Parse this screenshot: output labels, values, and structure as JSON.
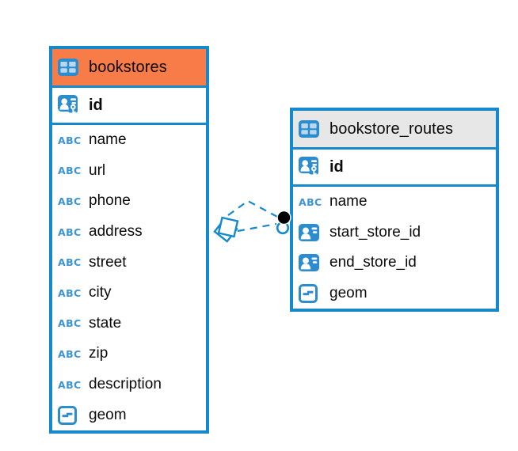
{
  "app": {
    "name": "entity-relationship-diagram"
  },
  "colors": {
    "accent_blue": "#1589cb",
    "icon_blue": "#2b8dd0",
    "icon_light_cell": "#b9d8ee",
    "orange_header": "#f87c48",
    "gray_header": "#e7e7e7",
    "text": "#0b0b0b",
    "dot_marker": "#000000",
    "background": "#ffffff"
  },
  "tables": [
    {
      "name": "bookstores",
      "header_bg": "#f87c48",
      "header_icon": "table-icon",
      "key_column": {
        "name": "id",
        "icon": "primary-key-icon"
      },
      "columns": [
        {
          "name": "name",
          "icon": "text-icon"
        },
        {
          "name": "url",
          "icon": "text-icon"
        },
        {
          "name": "phone",
          "icon": "text-icon"
        },
        {
          "name": "address",
          "icon": "text-icon"
        },
        {
          "name": "street",
          "icon": "text-icon"
        },
        {
          "name": "city",
          "icon": "text-icon"
        },
        {
          "name": "state",
          "icon": "text-icon"
        },
        {
          "name": "zip",
          "icon": "text-icon"
        },
        {
          "name": "description",
          "icon": "text-icon"
        },
        {
          "name": "geom",
          "icon": "geometry-icon"
        }
      ]
    },
    {
      "name": "bookstore_routes",
      "header_bg": "#e7e7e7",
      "header_icon": "table-icon",
      "key_column": {
        "name": "id",
        "icon": "primary-key-icon"
      },
      "columns": [
        {
          "name": "name",
          "icon": "text-icon"
        },
        {
          "name": "start_store_id",
          "icon": "foreign-key-icon"
        },
        {
          "name": "end_store_id",
          "icon": "foreign-key-icon"
        },
        {
          "name": "geom",
          "icon": "geometry-icon"
        }
      ]
    }
  ],
  "relation": {
    "style": "dashed",
    "color": "#1589cb",
    "line_count": 2,
    "diamond_end_table": "bookstores",
    "dot_end_table": "bookstore_routes"
  },
  "abc_glyph": "ABC"
}
